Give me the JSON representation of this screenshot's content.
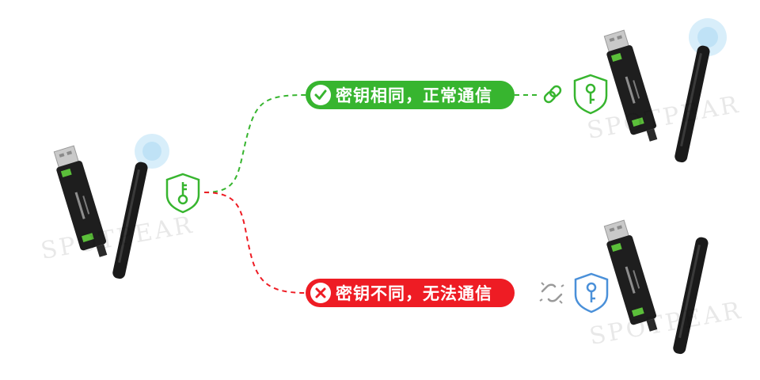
{
  "status": {
    "success_label": "密钥相同，正常通信",
    "failure_label": "密钥不同，无法通信"
  },
  "icons": {
    "success_badge": "check-icon",
    "failure_badge": "x-icon",
    "link": "link-icon",
    "broken_link": "broken-link-icon",
    "shield": "shield-key-icon"
  },
  "watermark": "SPOTPEAR",
  "colors": {
    "success": "#37b52f",
    "failure": "#ee1c24",
    "mismatch_key": "#4a90d9",
    "device_body": "#1e1e1e",
    "device_label": "#5bbf3a"
  }
}
